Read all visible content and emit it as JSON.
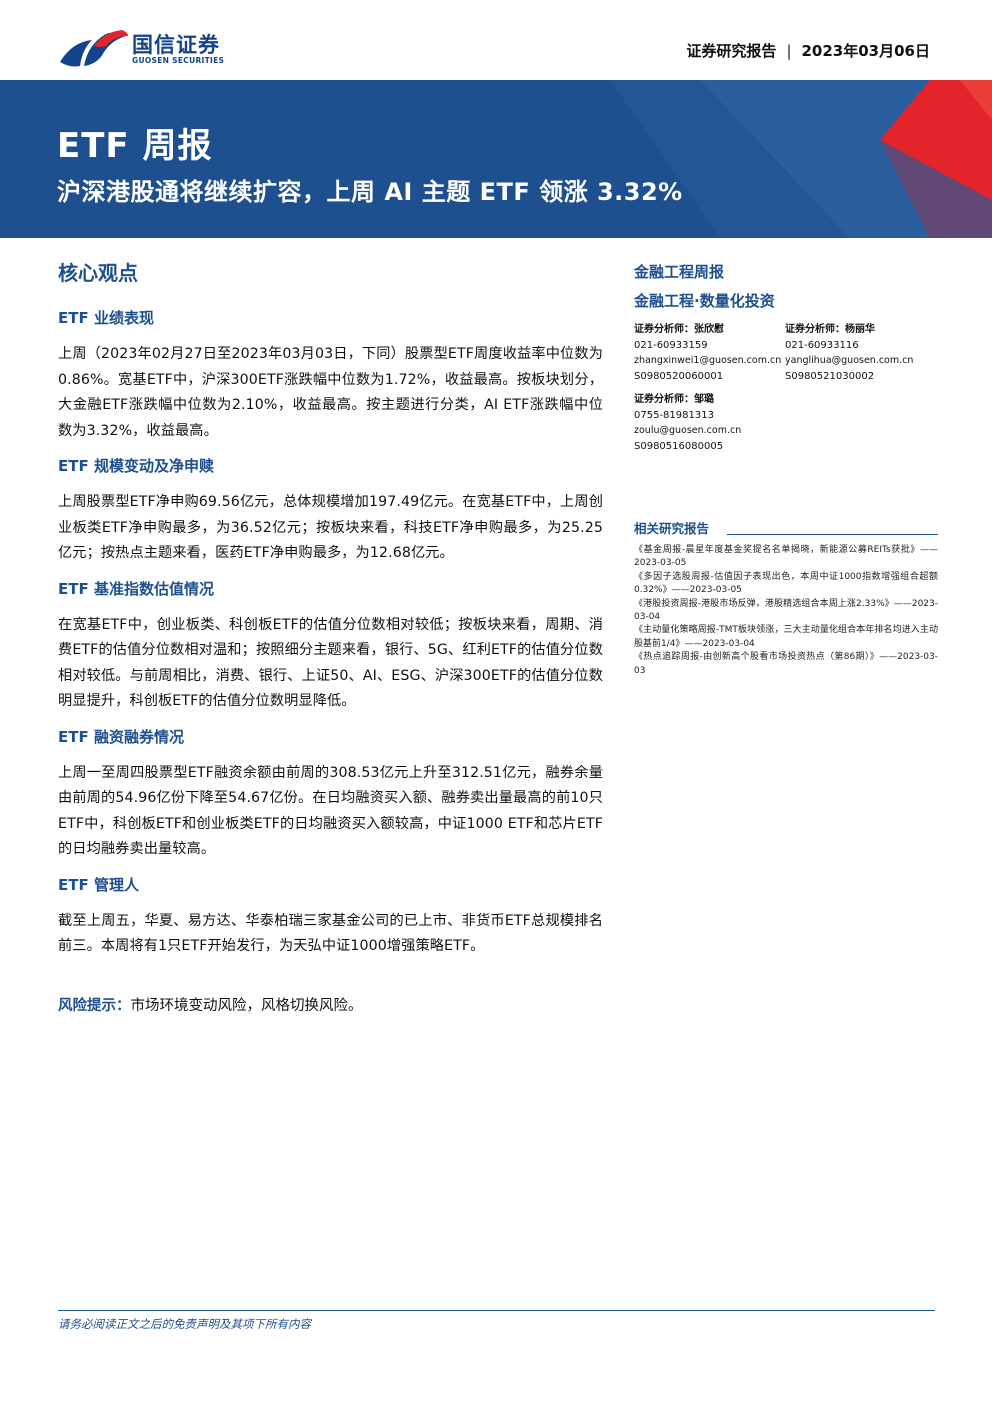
{
  "header": {
    "logo_cn": "国信证券",
    "logo_en": "GUOSEN SECURITIES",
    "report_type": "证券研究报告",
    "date": "2023年03月06日",
    "colors": {
      "brand_blue": "#1e4f8e",
      "brand_red": "#e3242b"
    }
  },
  "banner": {
    "title": "ETF 周报",
    "subtitle": "沪深港股通将继续扩容，上周 AI 主题 ETF 领涨 3.32%"
  },
  "main": {
    "core_title": "核心观点",
    "sections": [
      {
        "heading": "ETF 业绩表现",
        "body": "上周（2023年02月27日至2023年03月03日，下同）股票型ETF周度收益率中位数为0.86%。宽基ETF中，沪深300ETF涨跌幅中位数为1.72%，收益最高。按板块划分，大金融ETF涨跌幅中位数为2.10%，收益最高。按主题进行分类，AI ETF涨跌幅中位数为3.32%，收益最高。"
      },
      {
        "heading": "ETF 规模变动及净申赎",
        "body": "上周股票型ETF净申购69.56亿元，总体规模增加197.49亿元。在宽基ETF中，上周创业板类ETF净申购最多，为36.52亿元；按板块来看，科技ETF净申购最多，为25.25亿元；按热点主题来看，医药ETF净申购最多，为12.68亿元。"
      },
      {
        "heading": "ETF 基准指数估值情况",
        "body": "在宽基ETF中，创业板类、科创板ETF的估值分位数相对较低；按板块来看，周期、消费ETF的估值分位数相对温和；按照细分主题来看，银行、5G、红利ETF的估值分位数相对较低。与前周相比，消费、银行、上证50、AI、ESG、沪深300ETF的估值分位数明显提升，科创板ETF的估值分位数明显降低。"
      },
      {
        "heading": "ETF 融资融券情况",
        "body": "上周一至周四股票型ETF融资余额由前周的308.53亿元上升至312.51亿元，融券余量由前周的54.96亿份下降至54.67亿份。在日均融资买入额、融券卖出量最高的前10只ETF中，科创板ETF和创业板类ETF的日均融资买入额较高，中证1000 ETF和芯片ETF的日均融券卖出量较高。"
      },
      {
        "heading": "ETF 管理人",
        "body": "截至上周五，华夏、易方达、华泰柏瑞三家基金公司的已上市、非货币ETF总规模排名前三。本周将有1只ETF开始发行，为天弘中证1000增强策略ETF。"
      }
    ],
    "risk_label": "风险提示：",
    "risk_text": "市场环境变动风险，风格切换风险。"
  },
  "side": {
    "report_series": "金融工程周报",
    "category": "金融工程·数量化投资",
    "analysts": [
      {
        "role": "证券分析师：张欣慰",
        "phone": "021-60933159",
        "email": "zhangxinwei1@guosen.com.cn",
        "license": "S0980520060001"
      },
      {
        "role": "证券分析师：杨丽华",
        "phone": "021-60933116",
        "email": "yanglihua@guosen.com.cn",
        "license": "S0980521030002"
      },
      {
        "role": "证券分析师：邹璐",
        "phone": "0755-81981313",
        "email": "zoulu@guosen.com.cn",
        "license": "S0980516080005"
      }
    ],
    "related_title": "相关研究报告",
    "related_reports": [
      "《基金周报-晨星年度基金奖提名名单揭晓，新能源公募REITs获批》——2023-03-05",
      "《多因子选股周报-估值因子表现出色，本周中证1000指数增强组合超额0.32%》——2023-03-05",
      "《港股投资周报-港股市场反弹，港股精选组合本周上涨2.33%》——2023-03-04",
      "《主动量化策略周报-TMT板块领涨，三大主动量化组合本年排名均进入主动股基前1/4》——2023-03-04",
      "《热点追踪周报-由创新高个股看市场投资热点（第86期）》——2023-03-03"
    ]
  },
  "footer": {
    "disclaimer": "请务必阅读正文之后的免责声明及其项下所有内容"
  }
}
